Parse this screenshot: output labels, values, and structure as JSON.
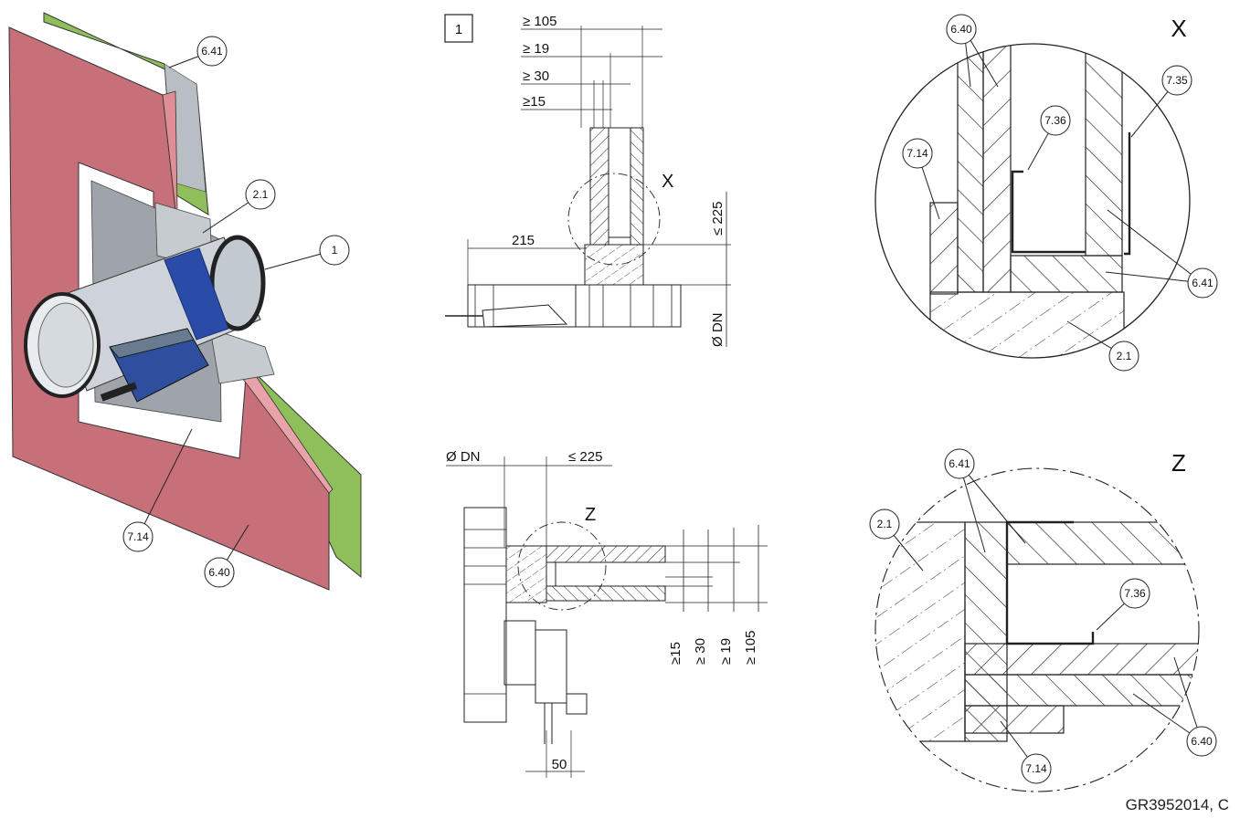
{
  "iso_view": {
    "callouts": [
      "6.41",
      "2.1",
      "1",
      "7.14",
      "6.40"
    ]
  },
  "section_1": {
    "view_number": "1",
    "dims": [
      "≥ 105",
      "≥ 19",
      "≥ 30",
      "≥15",
      "215",
      "≤ 225",
      "Ø DN"
    ],
    "detail_marker": "X"
  },
  "section_2": {
    "dims_top": [
      "Ø DN",
      "≤ 225"
    ],
    "dims_side": [
      "≥15",
      "≥ 30",
      "≥ 19",
      "≥ 105"
    ],
    "dim_bottom": "50",
    "detail_marker": "Z"
  },
  "detail_x": {
    "title": "X",
    "callouts": [
      "6.40",
      "7.35",
      "7.36",
      "7.14",
      "6.41",
      "2.1"
    ]
  },
  "detail_z": {
    "title": "Z",
    "callouts": [
      "6.41",
      "2.1",
      "7.36",
      "6.40",
      "7.14"
    ]
  },
  "footer": {
    "code": "GR3952014, C"
  },
  "colors": {
    "board_pink": "#c8707a",
    "board_green": "#8fbf5a",
    "duct_grey": "#c9d0d6",
    "damper_blue": "#2a4ca8"
  }
}
